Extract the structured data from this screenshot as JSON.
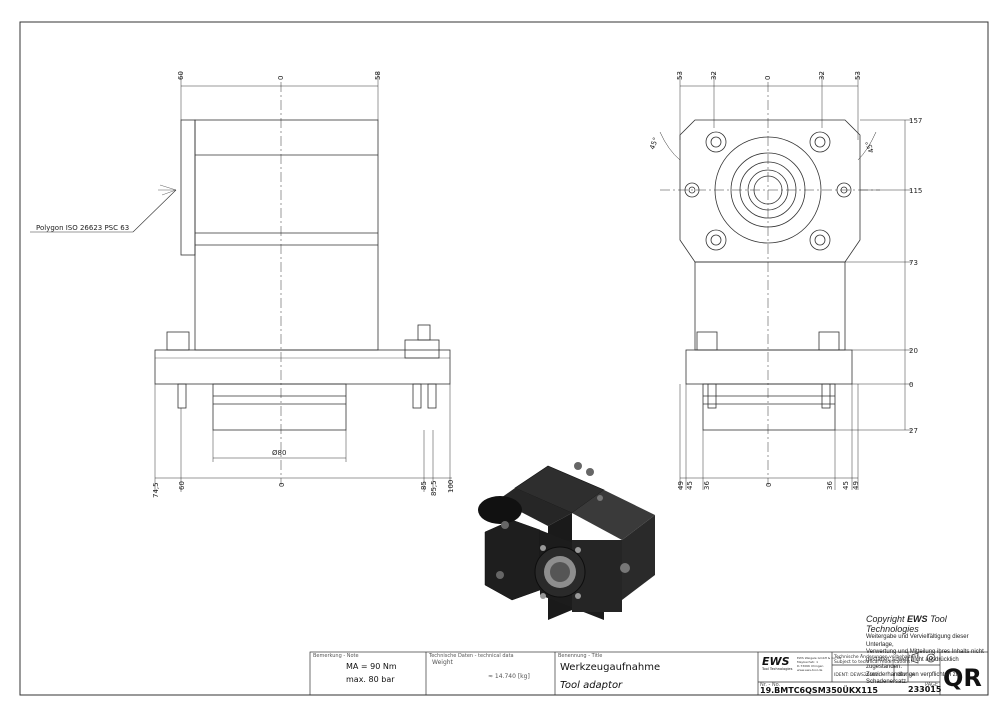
{
  "front_view": {
    "dims_top": [
      "60",
      "0",
      "58"
    ],
    "dims_bottom": [
      "74,5",
      "60",
      "0",
      "85",
      "85,5",
      "100"
    ],
    "diameter": "Ø80",
    "callout": "Polygon ISO 26623 PSC 63"
  },
  "side_view": {
    "dims_top": [
      "53",
      "32",
      "0",
      "32",
      "53"
    ],
    "dims_right": [
      "157",
      "115",
      "73",
      "20",
      "0",
      "27"
    ],
    "dims_bottom": [
      "49",
      "45",
      "36",
      "0",
      "36",
      "45",
      "49"
    ],
    "angles": [
      "45°",
      "45°"
    ]
  },
  "copyright": {
    "title_prefix": "Copyright",
    "brand": "EWS",
    "title_suffix": "Tool Technologies",
    "lines": [
      "Weitergabe und Vervielfältigung dieser Unterlage,",
      "Verwertung und Mitteilung ihres Inhalts nicht",
      "gestattet, soweit nicht ausdrücklich zugestanden.",
      "Zuwiderhandlungen verpflichten zu Schadenersatz."
    ]
  },
  "title_block": {
    "remarks_label": "Bemerkung - Note",
    "remarks": [
      "MA = 90 Nm",
      "max. 80 bar"
    ],
    "tech_label": "Technische Daten - technical data",
    "weight_label": "Weight",
    "weight_value": "≈ 14.740 [kg]",
    "name_label": "Benennung - Title",
    "title_de": "Werkzeugaufnahme",
    "title_en": "Tool adaptor",
    "logo": "EWS",
    "logo_sub": "Tool Technologies",
    "address": [
      "EWS Weigele GmbH & Co. KG",
      "Maybachstr. 1",
      "D-73066 Uhingen",
      "www.ews-tool.de"
    ],
    "change_notice": [
      "Technische Änderungen vorbehalten!",
      "Subject to technical modifications!"
    ],
    "ident": "IDENT: DEWS26602",
    "rev": "REV: -/A",
    "part_label": "Nr. - No.",
    "part_number": "19.BMTC6QSM350ÜKX115",
    "page_label": "PAGE",
    "drawing_number": "233015",
    "qr": "QR"
  },
  "colors": {
    "line": "#333333",
    "body": "#1c1c1c",
    "face": "#3a3a3a"
  }
}
